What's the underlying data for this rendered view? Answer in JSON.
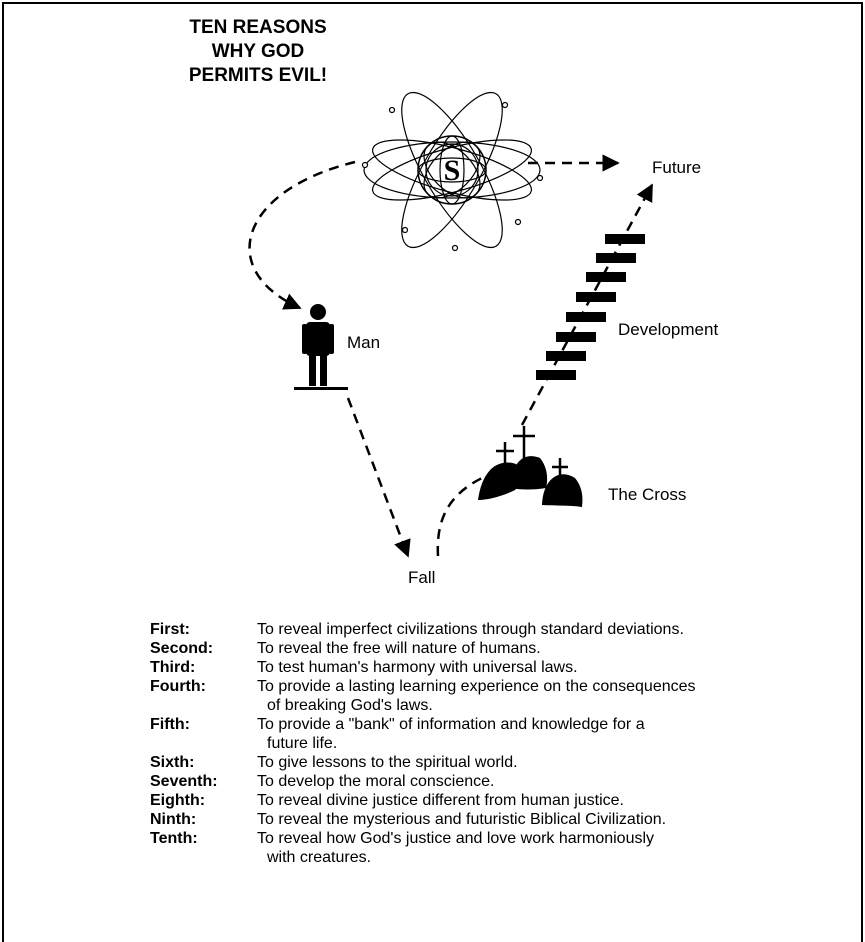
{
  "title": {
    "line1": "TEN REASONS",
    "line2": "WHY GOD",
    "line3": "PERMITS EVIL!"
  },
  "diagram": {
    "labels": {
      "future": "Future",
      "man": "Man",
      "development": "Development",
      "the_cross": "The Cross",
      "fall": "Fall"
    },
    "center_emblem": "S"
  },
  "reasons": [
    {
      "ordinal": "First:",
      "text": "To reveal imperfect civilizations through standard deviations.",
      "cont": ""
    },
    {
      "ordinal": "Second:",
      "text": "To reveal the free will nature of humans.",
      "cont": ""
    },
    {
      "ordinal": "Third:",
      "text": "To test human's harmony with universal laws.",
      "cont": ""
    },
    {
      "ordinal": "Fourth:",
      "text": "To provide a lasting learning experience on the consequences",
      "cont": "of breaking God's laws."
    },
    {
      "ordinal": "Fifth:",
      "text": "To provide a \"bank\" of information and knowledge for a",
      "cont": "future life."
    },
    {
      "ordinal": "Sixth:",
      "text": "To give lessons to the spiritual world.",
      "cont": ""
    },
    {
      "ordinal": "Seventh:",
      "text": "To develop the moral conscience.",
      "cont": ""
    },
    {
      "ordinal": "Eighth:",
      "text": "To reveal divine justice different from human justice.",
      "cont": ""
    },
    {
      "ordinal": "Ninth:",
      "text": "To reveal the mysterious and futuristic Biblical Civilization.",
      "cont": ""
    },
    {
      "ordinal": "Tenth:",
      "text": "To reveal how God's justice and love work harmoniously",
      "cont": "with creatures."
    }
  ]
}
